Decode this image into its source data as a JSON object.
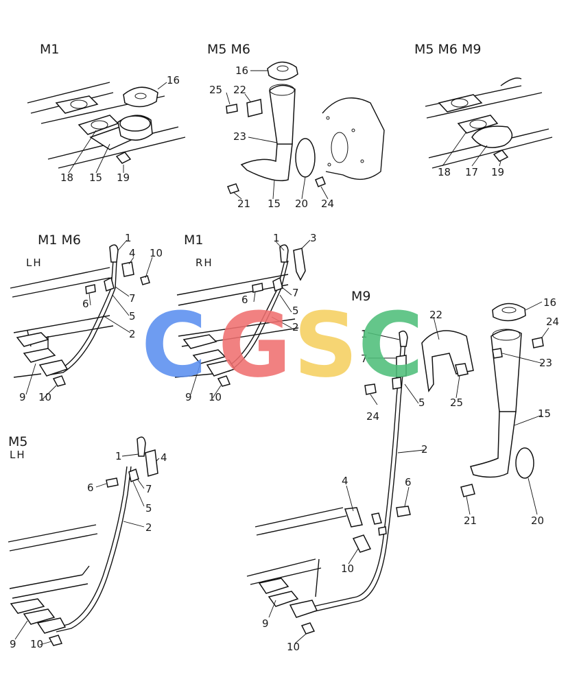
{
  "diagram": {
    "watermark": {
      "letters": [
        "C",
        "G",
        "S",
        "C"
      ],
      "colors": [
        "#5b8ff0",
        "#f07070",
        "#f5d060",
        "#4fbf7a"
      ]
    },
    "sections": [
      {
        "id": "top-left",
        "models": "M1"
      },
      {
        "id": "top-center",
        "models": "M5  M6"
      },
      {
        "id": "top-right",
        "models": "M5  M6  M9"
      },
      {
        "id": "mid-left",
        "models": "M1  M6",
        "side": "LH"
      },
      {
        "id": "mid-center",
        "models": "M1",
        "side": "RH"
      },
      {
        "id": "bottom-right",
        "models": "M9"
      },
      {
        "id": "bottom-left",
        "models": "M5",
        "side": "LH"
      }
    ],
    "callouts": [
      "16",
      "18",
      "15",
      "19",
      "16",
      "25",
      "22",
      "23",
      "21",
      "15",
      "20",
      "24",
      "18",
      "17",
      "19",
      "1",
      "4",
      "10",
      "7",
      "6",
      "5",
      "2",
      "9",
      "10",
      "1",
      "3",
      "7",
      "6",
      "5",
      "2",
      "9",
      "10",
      "1",
      "22",
      "16",
      "24",
      "7",
      "23",
      "24",
      "5",
      "25",
      "15",
      "2",
      "4",
      "6",
      "21",
      "20",
      "10",
      "9",
      "10",
      "1",
      "4",
      "6",
      "7",
      "5",
      "2",
      "9",
      "10"
    ]
  }
}
